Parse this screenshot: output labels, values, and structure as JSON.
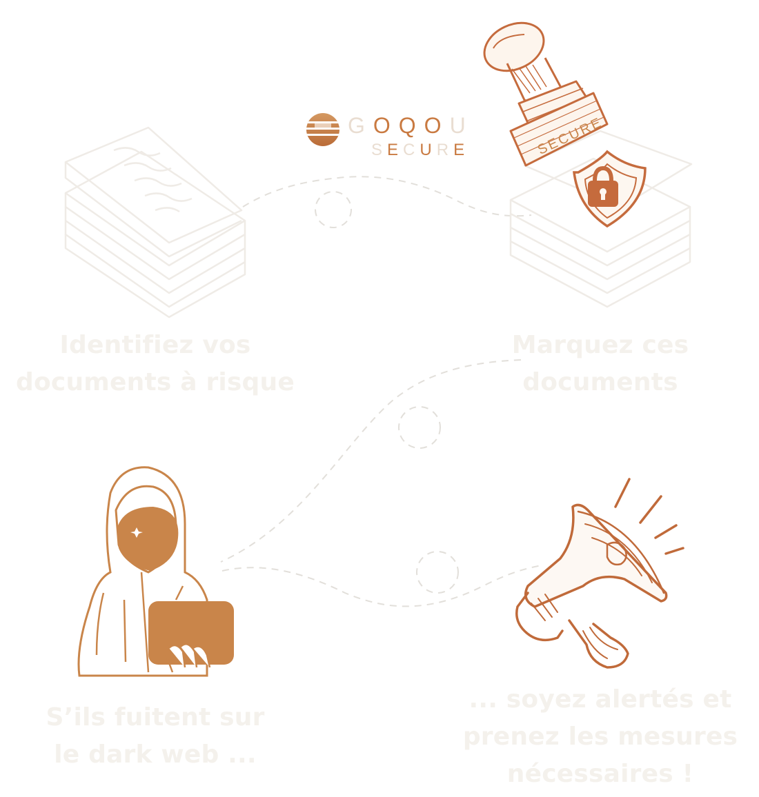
{
  "logo": {
    "line1": [
      "G",
      "O",
      "Q",
      "O",
      "U"
    ],
    "line2": [
      "S",
      "E",
      "C",
      "U",
      "R",
      "E"
    ]
  },
  "stamp_text": "SECURE",
  "steps": [
    {
      "caption_line1": "Identifiez vos",
      "caption_line2": "documents à risque",
      "caption_line3": ""
    },
    {
      "caption_line1": "Marquez ces",
      "caption_line2": "documents",
      "caption_line3": ""
    },
    {
      "caption_line1": "S’ils fuitent sur",
      "caption_line2": "le dark web ...",
      "caption_line3": ""
    },
    {
      "caption_line1": "... soyez alertés et",
      "caption_line2": "prenez les mesures",
      "caption_line3": "nécessaires !"
    }
  ],
  "colors": {
    "accent": "#c9854a",
    "accent_dark": "#c06a3a",
    "faded_line": "#efebe5",
    "caption": "#f4f1ec",
    "dashed_path": "#e4e1dc"
  },
  "icons": [
    "document-stack-icon",
    "stamp-icon",
    "shield-lock-icon",
    "hacker-icon",
    "laptop-icon",
    "megaphone-icon"
  ]
}
